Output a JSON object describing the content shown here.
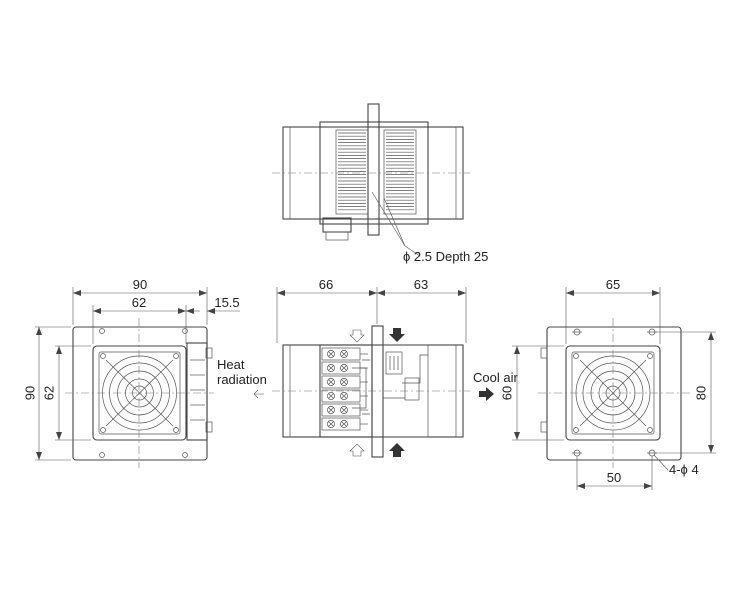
{
  "top_view": {
    "hole_callout": "ϕ 2.5 Depth 25"
  },
  "front_view": {
    "width_outer": "90",
    "width_fan": "62",
    "terminal_depth": "15.5",
    "height_outer": "90",
    "height_fan": "62",
    "heat_label_line1": "Heat",
    "heat_label_line2": "radiation"
  },
  "side_view": {
    "depth_left": "66",
    "depth_right": "63",
    "cool_air_label": "Cool air"
  },
  "back_view": {
    "width_top": "65",
    "height_inner": "60",
    "height_holes": "80",
    "width_holes": "50",
    "hole_callout": "4-ϕ 4"
  },
  "colors": {
    "line": "#444444",
    "text": "#222222",
    "arrow_fill": "#333333"
  }
}
